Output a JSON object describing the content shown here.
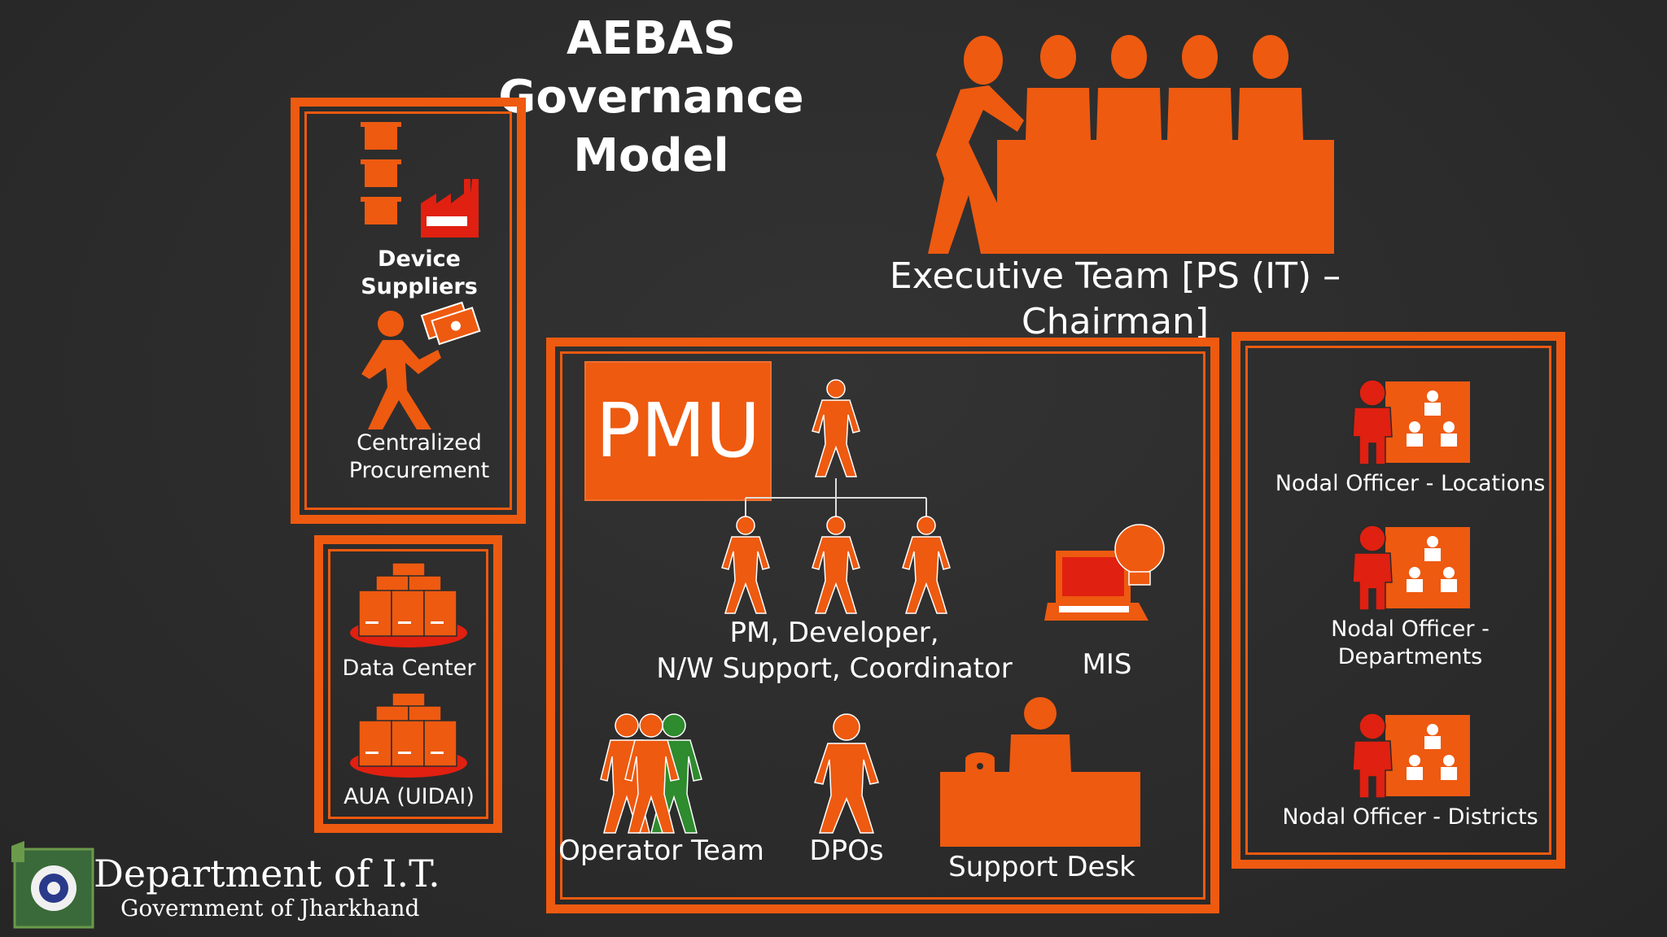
{
  "title": "AEBAS Governance Model",
  "executive": {
    "label": "Executive Team [PS (IT) – Chairman]"
  },
  "suppliers": {
    "device_label": "Device Suppliers",
    "procurement_label": "Centralized Procurement"
  },
  "infra": {
    "datacenter_label": "Data Center",
    "aua_label": "AUA (UIDAI)"
  },
  "pmu": {
    "box_label": "PMU",
    "team_label_line1": "PM, Developer,",
    "team_label_line2": "N/W Support, Coordinator",
    "mis_label": "MIS",
    "operator_label": "Operator Team",
    "dpo_label": "DPOs",
    "support_label": "Support Desk"
  },
  "nodal": {
    "locations_label": "Nodal Officer - Locations",
    "departments_line1": "Nodal Officer -",
    "departments_line2": "Departments",
    "districts_label": "Nodal Officer - Districts"
  },
  "footer": {
    "dept_label": "Department of I.T.",
    "gov_label": "Government of Jharkhand"
  },
  "colors": {
    "accent": "#ee5a10",
    "red": "#e02010",
    "green": "#2e8b2e",
    "background": "#2a2a2a"
  }
}
